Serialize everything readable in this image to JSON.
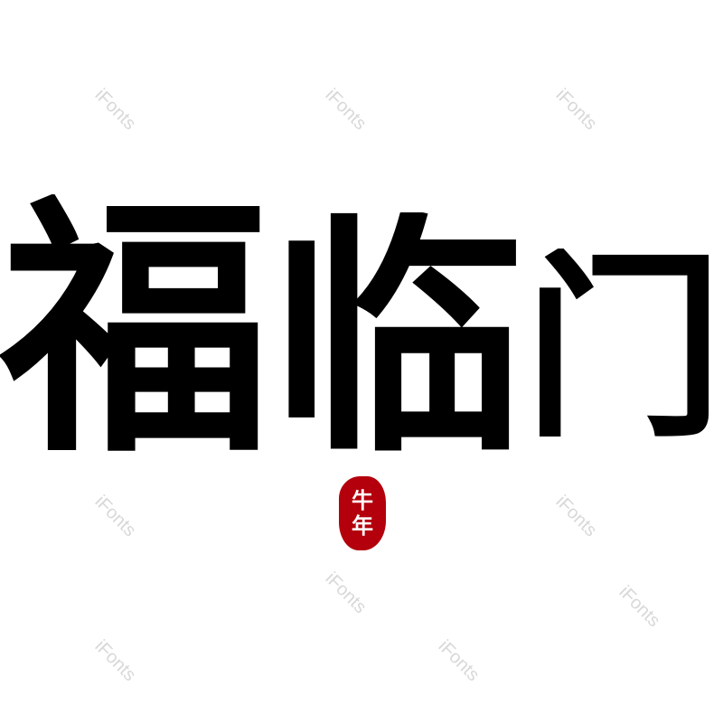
{
  "watermark": "iFonts",
  "calligraphy": {
    "chars": [
      "福",
      "临",
      "门"
    ],
    "color": "#000000"
  },
  "seal": {
    "chars": [
      "牛",
      "年"
    ],
    "color": "#b3000c"
  }
}
